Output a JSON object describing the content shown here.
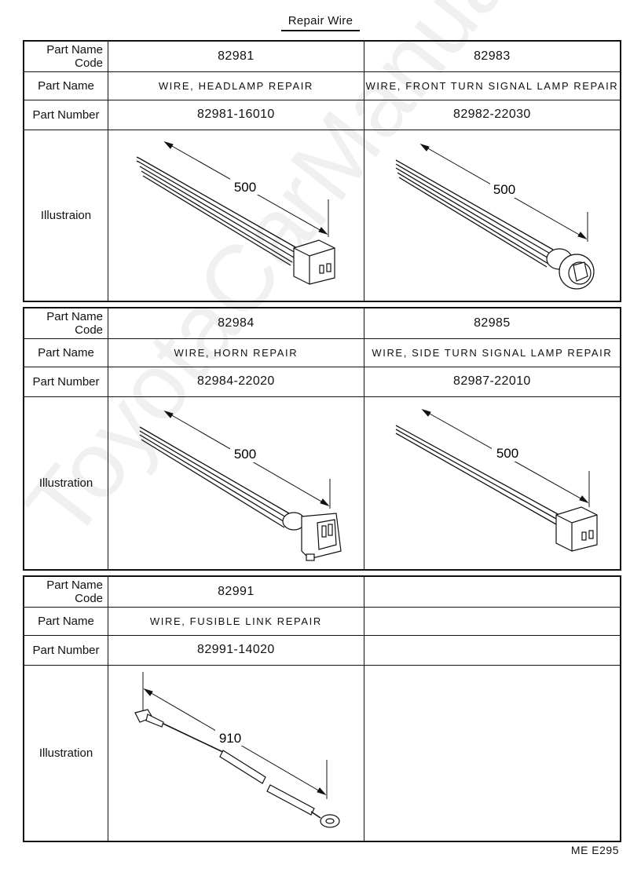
{
  "title": "Repair Wire",
  "labels": {
    "code": "Part Name Code",
    "name": "Part Name",
    "number": "Part Number"
  },
  "blocks": [
    {
      "illustration_label": "Illustraion",
      "left": {
        "code": "82981",
        "name": "WIRE, HEADLAMP REPAIR",
        "number": "82981-16010",
        "dimension": "500"
      },
      "right": {
        "code": "82983",
        "name": "WIRE, FRONT TURN SIGNAL LAMP REPAIR",
        "number": "82982-22030",
        "dimension": "500"
      }
    },
    {
      "illustration_label": "Illustration",
      "left": {
        "code": "82984",
        "name": "WIRE, HORN REPAIR",
        "number": "82984-22020",
        "dimension": "500"
      },
      "right": {
        "code": "82985",
        "name": "WIRE, SIDE TURN SIGNAL LAMP REPAIR",
        "number": "82987-22010",
        "dimension": "500"
      }
    },
    {
      "illustration_label": "Illustration",
      "left": {
        "code": "82991",
        "name": "WIRE, FUSIBLE LINK REPAIR",
        "number": "82991-14020",
        "dimension": "910"
      },
      "right": {
        "code": "",
        "name": "",
        "number": "",
        "dimension": ""
      }
    }
  ],
  "footer": "ME E295",
  "watermark": "ToyotaCarManuals.ru"
}
